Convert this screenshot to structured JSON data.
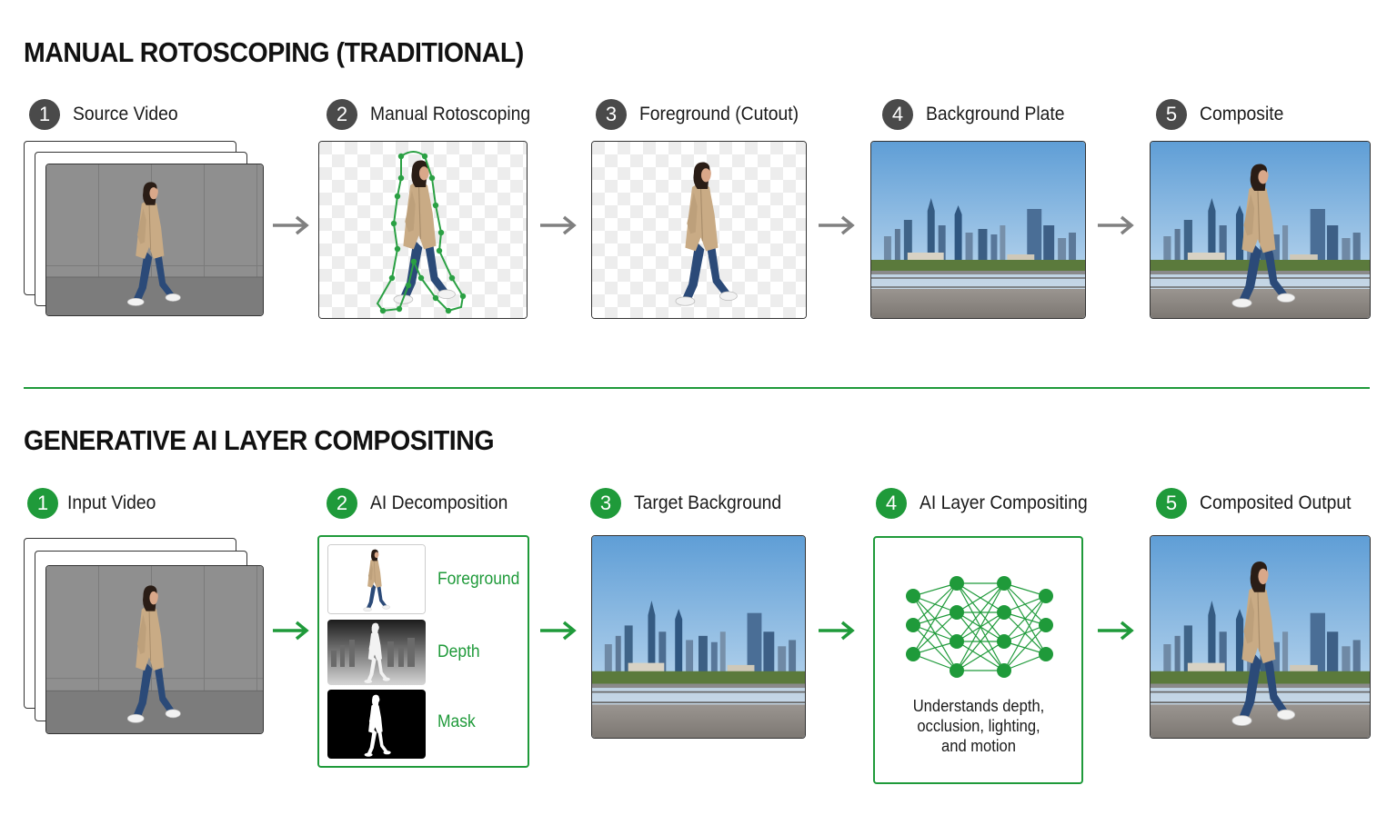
{
  "traditional": {
    "title": "MANUAL ROTOSCOPING (TRADITIONAL)",
    "steps": [
      {
        "num": "1",
        "label": "Source Video"
      },
      {
        "num": "2",
        "label": "Manual Rotoscoping"
      },
      {
        "num": "3",
        "label": "Foreground (Cutout)"
      },
      {
        "num": "4",
        "label": "Background Plate"
      },
      {
        "num": "5",
        "label": "Composite"
      }
    ]
  },
  "ai": {
    "title": "GENERATIVE AI LAYER COMPOSITING",
    "steps": [
      {
        "num": "1",
        "label": "Input Video"
      },
      {
        "num": "2",
        "label": "AI Decomposition"
      },
      {
        "num": "3",
        "label": "Target Background"
      },
      {
        "num": "4",
        "label": "AI Layer Compositing"
      },
      {
        "num": "5",
        "label": "Composited Output"
      }
    ],
    "layers": [
      "Foreground",
      "Depth",
      "Mask"
    ],
    "nn_caption": [
      "Understands depth,",
      "occlusion, lighting,",
      "and motion"
    ]
  },
  "colors": {
    "accent_green": "#1f9a3a",
    "badge_gray": "#4a4a4a",
    "arrow_gray": "#808080",
    "sky_top": "#5f9ed6",
    "sky_bottom": "#cfe3f3",
    "wall_gray": "#8e8e8e",
    "coat_beige": "#c9ab85",
    "jeans_blue": "#2b4a78"
  }
}
